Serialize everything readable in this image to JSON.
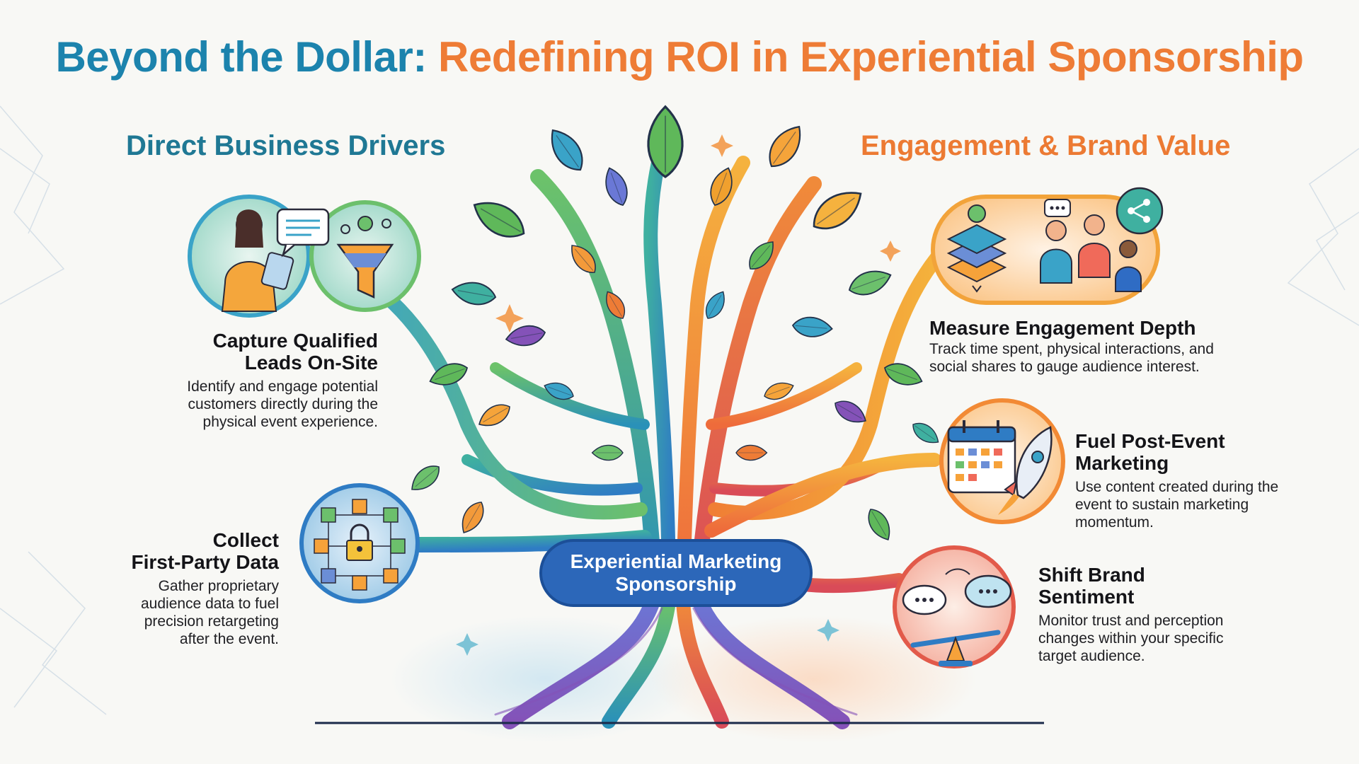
{
  "title": {
    "part1": "Beyond the Dollar:",
    "part2": "Redefining ROI in Experiential Sponsorship"
  },
  "left_section": {
    "heading": "Direct Business Drivers",
    "items": [
      {
        "title_line1": "Capture Qualified",
        "title_line2": "Leads On-Site",
        "desc_line1": "Identify and engage potential",
        "desc_line2": "customers directly during the",
        "desc_line3": "physical event experience."
      },
      {
        "title_line1": "Collect",
        "title_line2": "First-Party Data",
        "desc_line1": "Gather proprietary",
        "desc_line2": "audience data to fuel",
        "desc_line3": "precision retargeting",
        "desc_line4": "after the event."
      }
    ]
  },
  "right_section": {
    "heading": "Engagement & Brand Value",
    "items": [
      {
        "title_line1": "Measure Engagement Depth",
        "desc_line1": "Track time spent, physical interactions, and",
        "desc_line2": "social shares to gauge audience interest."
      },
      {
        "title_line1": "Fuel Post-Event",
        "title_line2": "Marketing",
        "desc_line1": "Use content created during the",
        "desc_line2": "event to sustain marketing",
        "desc_line3": "momentum."
      },
      {
        "title_line1": "Shift Brand",
        "title_line2": "Sentiment",
        "desc_line1": "Monitor trust and perception",
        "desc_line2": "changes within your specific",
        "desc_line3": "target audience."
      }
    ]
  },
  "center": {
    "line1": "Experiential Marketing",
    "line2": "Sponsorship"
  },
  "colors": {
    "left_accent": "#1c83ad",
    "right_accent": "#ee7c36",
    "center_pill": "#2c67b9"
  },
  "icons": [
    "person-with-tablet-icon",
    "chat-bubble-icon",
    "lead-funnel-icon",
    "data-network-lock-icon",
    "engagement-layers-icon",
    "people-conversation-icon",
    "share-icon",
    "calendar-icon",
    "rocket-icon",
    "speech-bubbles-icon",
    "balance-scale-icon"
  ]
}
